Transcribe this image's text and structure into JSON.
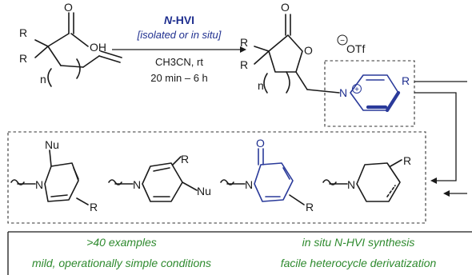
{
  "reaction": {
    "reagent": "N-HVI",
    "reagent_prefix": "N",
    "reagent_suffix": "-HVI",
    "condition_note": "[isolated or in situ]",
    "solvent": "CH3CN, rt",
    "time": "20 min – 6 h"
  },
  "starting_material": {
    "r1": "R",
    "r2": "R",
    "acid": "OH",
    "carbonyl_o": "O",
    "n_index": "n"
  },
  "product": {
    "r1": "R",
    "r2": "R",
    "carbonyl_o": "O",
    "ring_o": "O",
    "n_index": "n",
    "nitrogen": "N",
    "plus": "+",
    "ring_r": "R",
    "counterion": "OTf",
    "minus": "−"
  },
  "derivatives": [
    {
      "n": "N",
      "nu": "Nu",
      "r": "R"
    },
    {
      "n": "N",
      "nu": "Nu",
      "r": "R"
    },
    {
      "n": "N",
      "o": "O",
      "r": "R"
    },
    {
      "n": "N",
      "r": "R"
    }
  ],
  "highlights": {
    "left_1": ">40 examples",
    "left_2": "mild, operationally simple conditions",
    "right_1": "in situ N-HVI synthesis",
    "right_2": "facile heterocycle derivatization"
  },
  "colors": {
    "ink": "#1a1a1a",
    "accent_blue": "#1f2f8f",
    "highlight_green": "#2e8a2e"
  }
}
